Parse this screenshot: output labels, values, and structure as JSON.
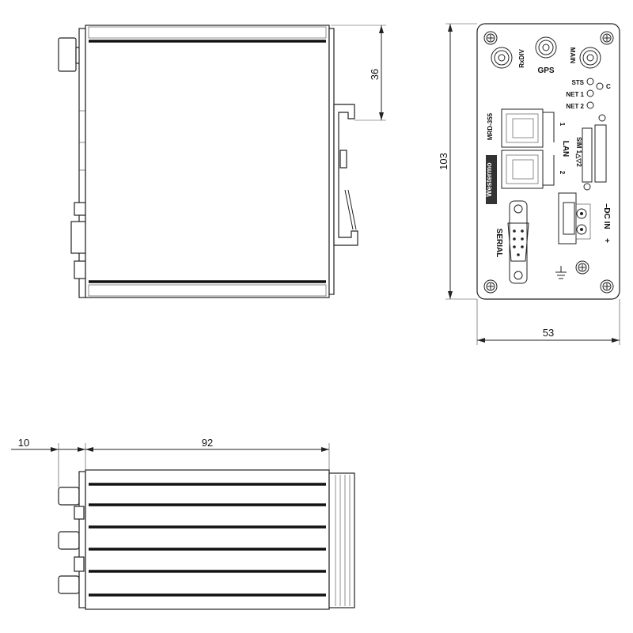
{
  "dimensions": {
    "side_height": "36",
    "front_height": "103",
    "front_width": "53",
    "top_offset": "10",
    "top_length": "92"
  },
  "front_panel": {
    "antenna_rxdiv": "RxDIV",
    "antenna_gps": "GPS",
    "antenna_main": "MAIN",
    "led_sts": "STS",
    "led_c": "C",
    "led_net1": "NET 1",
    "led_net2": "NET 2",
    "model": "MRD-355",
    "lan": "LAN",
    "lan_port1": "1",
    "lan_port2": "2",
    "sim": "SIM 1△▽2",
    "brand": "Westermo",
    "serial": "SERIAL",
    "dc_in": "DC IN",
    "dc_plus": "+",
    "dc_minus": "–"
  }
}
